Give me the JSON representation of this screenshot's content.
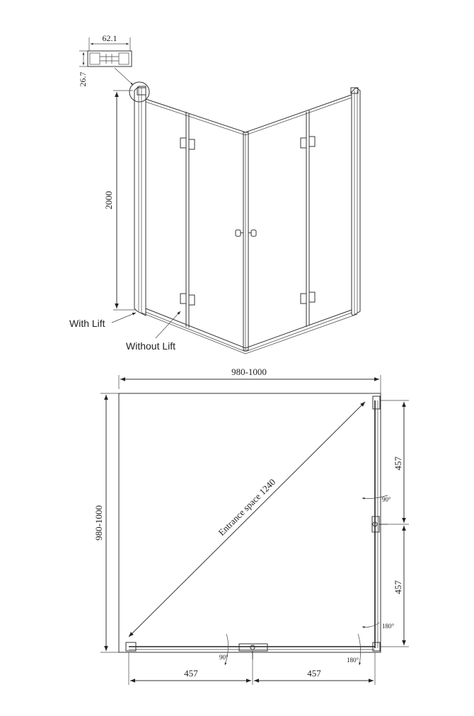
{
  "profile": {
    "width_label": "62.1",
    "height_label": "26.7"
  },
  "elevation": {
    "height_label": "2000",
    "with_lift_label": "With Lift",
    "without_lift_label": "Without Lift"
  },
  "plan": {
    "overall_width_label": "980-1000",
    "overall_depth_label": "980-1000",
    "entrance_label": "Entrance space 1240",
    "segment_labels": [
      "457",
      "457",
      "457",
      "457"
    ],
    "angle_labels": [
      "90°",
      "180°",
      "90°",
      "180°"
    ]
  }
}
